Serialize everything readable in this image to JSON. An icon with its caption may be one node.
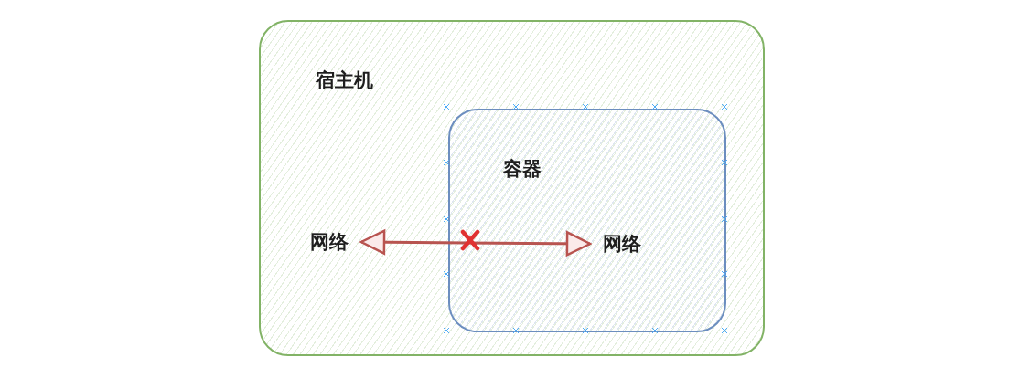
{
  "diagram": {
    "nodes": [
      {
        "text": [
          "宿主机"
        ]
      },
      {
        "text": [
          "容器"
        ],
        "in": 0
      },
      {
        "text": [
          "网络"
        ],
        "in": 0
      },
      {
        "text": [
          "网络"
        ],
        "in": 1
      }
    ],
    "edges": [
      {
        "from": 2,
        "to": 3,
        "arrow": "both",
        "color": "#b85450"
      }
    ]
  }
}
